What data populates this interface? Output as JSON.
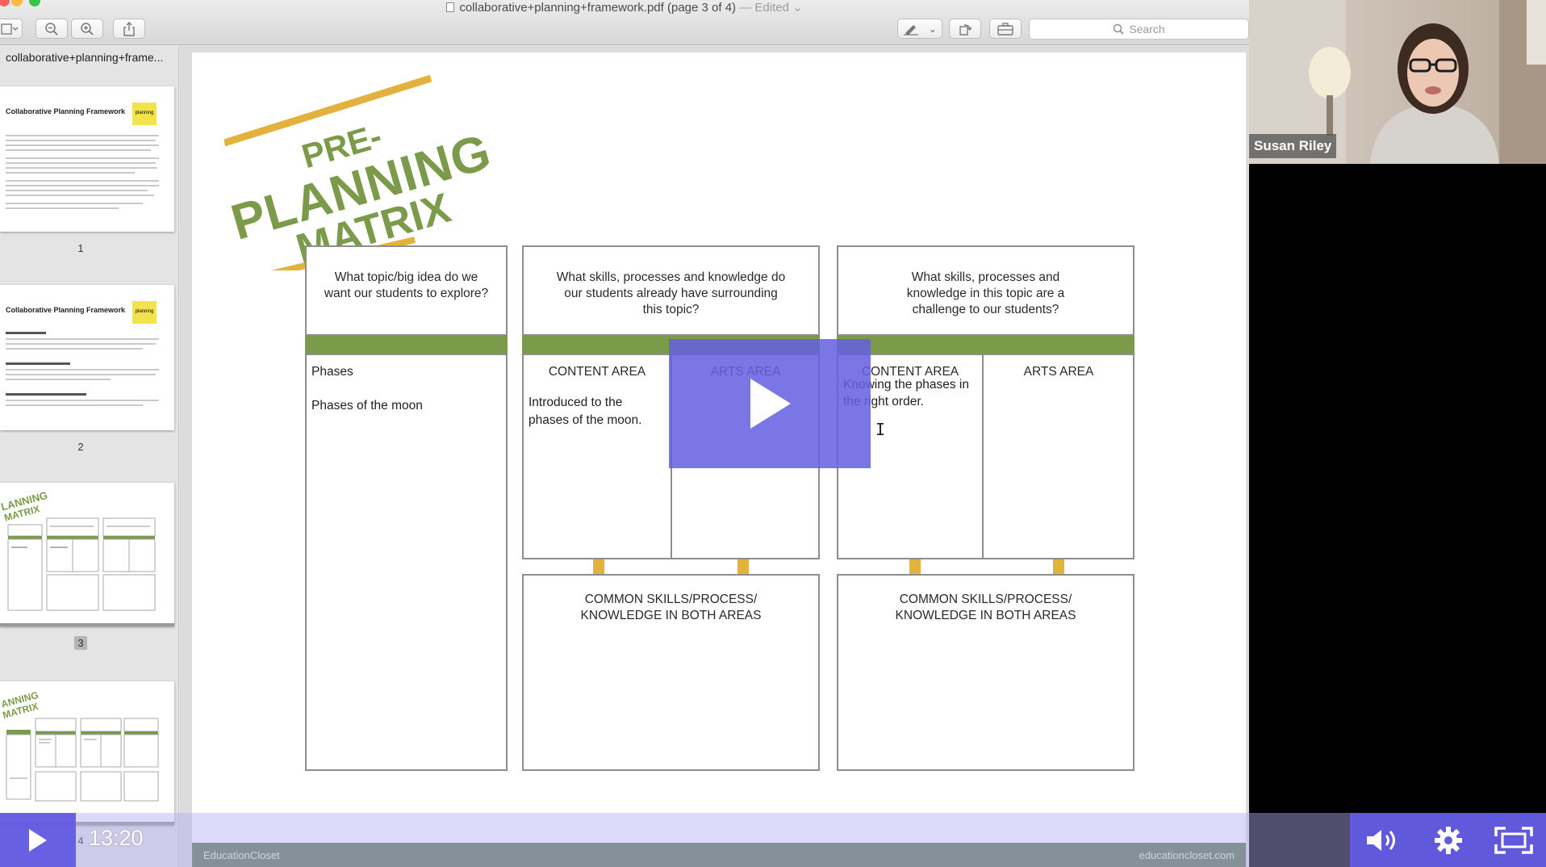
{
  "window": {
    "title": "collaborative+planning+framework.pdf (page 3 of 4)",
    "edited": "— Edited",
    "search_placeholder": "Search"
  },
  "sidebar": {
    "file_name": "collaborative+planning+frame...",
    "pages": [
      {
        "number": "1",
        "title": "Collaborative Planning Framework",
        "badge": "planning"
      },
      {
        "number": "2",
        "title": "Collaborative Planning Framework",
        "badge": "planning"
      },
      {
        "number": "3",
        "selected": true
      },
      {
        "number": "4"
      }
    ]
  },
  "document": {
    "logo": {
      "line1": "PRE-",
      "line2": "PLANNING",
      "line3": "MATRIX"
    },
    "questions": [
      "What topic/big idea do we want our students to explore?",
      "What skills, processes and knowledge do our students already have surrounding this topic?",
      "What skills, processes and knowledge in this topic are a challenge to our students?"
    ],
    "col1_cell": {
      "line1": "Phases",
      "line2": "Phases of the moon"
    },
    "area_labels": {
      "content": "CONTENT AREA",
      "arts": "ARTS AREA"
    },
    "col2_content_text": "Introduced to the phases of the moon.",
    "col3_content_text": "Knowing the phases in the right order.",
    "common_label": "COMMON SKILLS/PROCESS/ KNOWLEDGE IN BOTH AREAS",
    "footer_left": "EducationCloset",
    "footer_right": "educationcloset.com"
  },
  "webcam": {
    "presenter_name": "Susan Riley"
  },
  "player": {
    "time": "13:20"
  },
  "colors": {
    "accent_purple": "#625ae2",
    "matrix_green": "#7b9b4a",
    "logo_yellow": "#e2b23c",
    "footer_green": "#5f7d52"
  },
  "icons": [
    "sidebar-toggle-icon",
    "zoom-out-icon",
    "zoom-in-icon",
    "share-icon",
    "markup-pen-icon",
    "rotate-icon",
    "toolbox-icon",
    "search-icon",
    "play-icon",
    "volume-icon",
    "settings-gear-icon",
    "fullscreen-icon"
  ]
}
